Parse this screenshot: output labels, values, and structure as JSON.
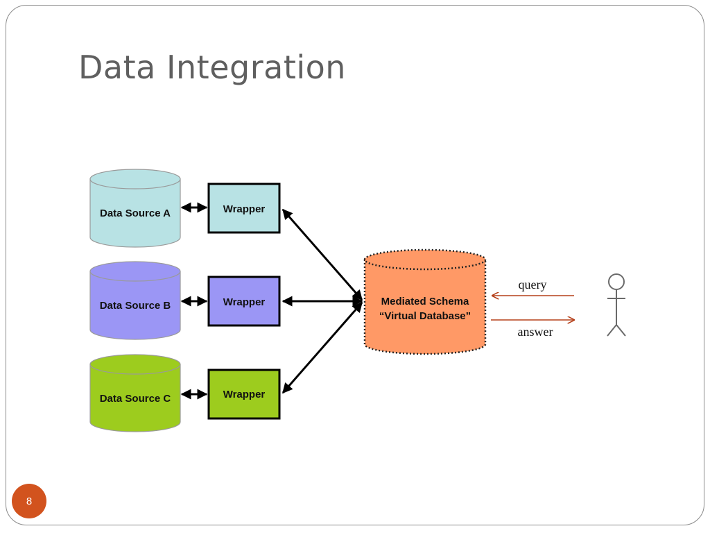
{
  "slide": {
    "title": "Data Integration",
    "page_number": "8"
  },
  "diagram": {
    "sources": [
      {
        "label": "Data Source A",
        "fill": "#b8e2e4",
        "wrapper_label": "Wrapper",
        "wrapper_fill": "#b8e2e4"
      },
      {
        "label": "Data Source B",
        "fill": "#9b96f5",
        "wrapper_label": "Wrapper",
        "wrapper_fill": "#9b96f5"
      },
      {
        "label": "Data Source C",
        "fill": "#9dcc1e",
        "wrapper_label": "Wrapper",
        "wrapper_fill": "#9dcc1e"
      }
    ],
    "mediator": {
      "line1": "Mediated Schema",
      "line2": "“Virtual Database”",
      "fill": "#ff9966"
    },
    "query_label": "query",
    "answer_label": "answer",
    "user_icon": "stick-figure-user-icon"
  },
  "colors": {
    "title": "#5f5f5f",
    "badge": "#d2531e",
    "arrow_query": "#b5401a",
    "frame": "#8a8a8a"
  }
}
